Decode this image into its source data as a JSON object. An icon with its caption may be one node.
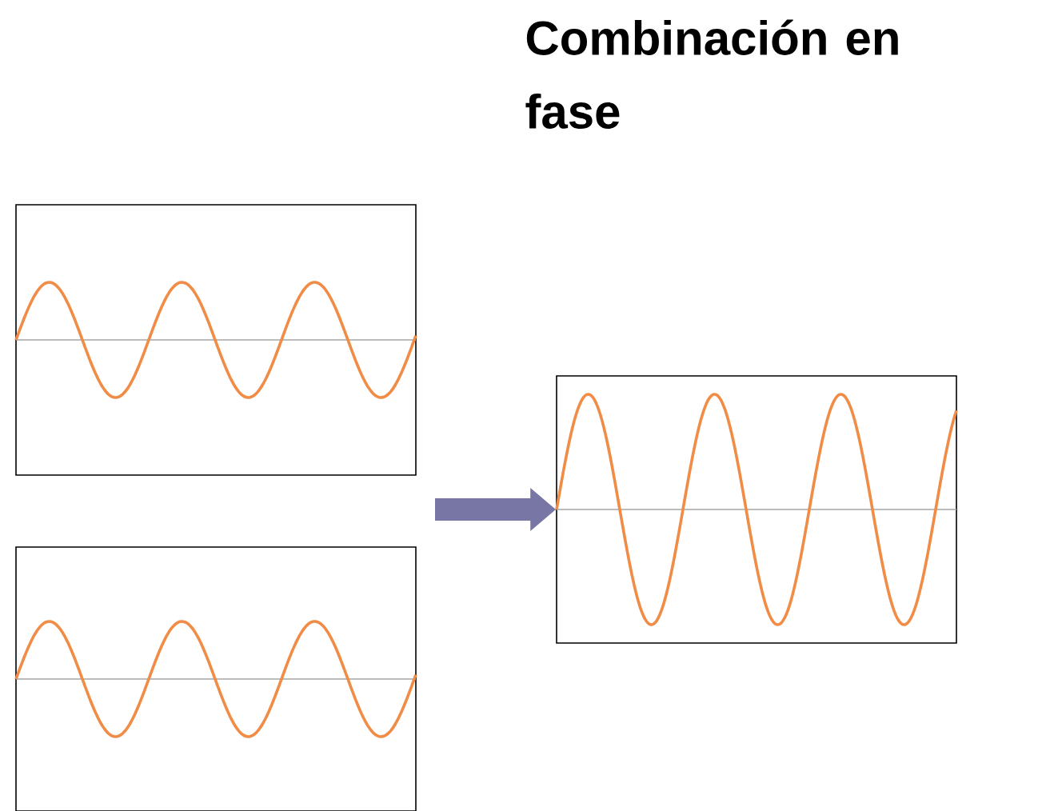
{
  "diagram": {
    "title": "Combinación en fase",
    "nodes": [
      {
        "text": [],
        "shape": "picture"
      },
      {
        "text": [],
        "shape": "picture"
      },
      {
        "text": [],
        "shape": "picture"
      }
    ],
    "edges": [
      {
        "from": null,
        "to": 2,
        "arrow": "to"
      }
    ]
  }
}
